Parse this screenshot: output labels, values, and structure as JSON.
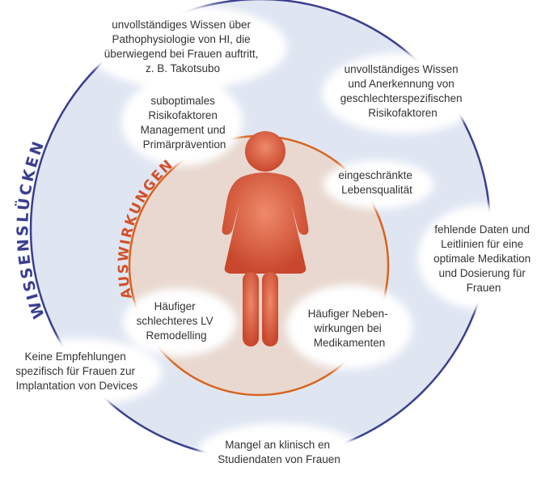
{
  "title_outer": "WISSENSLÜCKEN",
  "title_inner": "AUSWIRKUNGEN",
  "colors": {
    "outer_fill": "#dfe6f2",
    "outer_stroke": "#3a3f8f",
    "inner_fill": "#e8d8d0",
    "inner_stroke": "#d9641f",
    "figure": "#d65a3c",
    "label_text": "#333333"
  },
  "knowledge_gaps": [
    {
      "lines": [
        "unvollständiges Wissen über",
        "Pathophysiologie von HI, die",
        "überwiegend bei Frauen auftritt,",
        "z. B. Takotsubo"
      ]
    },
    {
      "lines": [
        "unvollständiges Wissen",
        "und Anerkennung von",
        "geschlechterspezifischen",
        "Risikofaktoren"
      ]
    },
    {
      "lines": [
        "fehlende Daten und",
        "Leitlinien für eine",
        "optimale Medikation",
        "und Dosierung für",
        "Frauen"
      ]
    },
    {
      "lines": [
        "Mangel an klinisch en",
        "Studiendaten von Frauen"
      ]
    },
    {
      "lines": [
        "Keine Empfehlungen",
        "spezifisch für Frauen zur",
        "Implantation von Devices"
      ]
    }
  ],
  "impacts": [
    {
      "lines": [
        "suboptimales",
        "Risikofaktoren",
        "Management und",
        "Primärprävention"
      ]
    },
    {
      "lines": [
        "eingeschränkte",
        "Lebensqualität"
      ]
    },
    {
      "lines": [
        "Häufiger Neben-",
        "wirkungen bei",
        "Medikamenten"
      ]
    },
    {
      "lines": [
        "Häufiger",
        "schlechteres LV",
        "Remodelling"
      ]
    }
  ]
}
